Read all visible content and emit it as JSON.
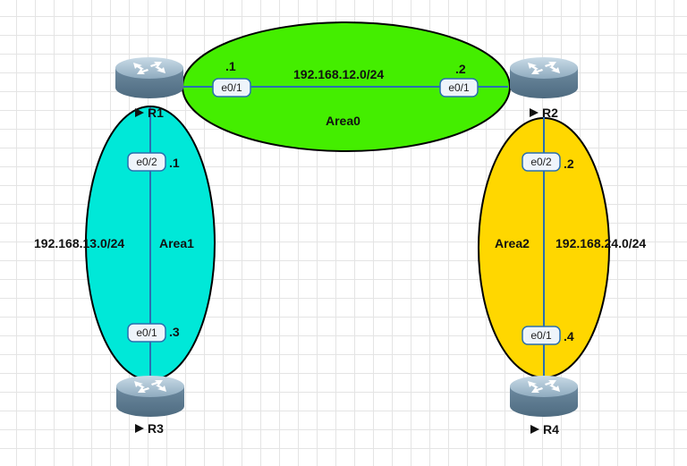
{
  "routers": [
    {
      "id": "R1",
      "label": "R1"
    },
    {
      "id": "R2",
      "label": "R2"
    },
    {
      "id": "R3",
      "label": "R3"
    },
    {
      "id": "R4",
      "label": "R4"
    }
  ],
  "areas": {
    "area0": {
      "label": "Area0",
      "subnet": "192.168.12.0/24",
      "color": "#44ee00"
    },
    "area1": {
      "label": "Area1",
      "subnet": "192.168.13.0/24",
      "color": "#00e8d8"
    },
    "area2": {
      "label": "Area2",
      "subnet": "192.168.24.0/24",
      "color": "#ffd700"
    }
  },
  "interfaces": {
    "r1_e01": {
      "name": "e0/1",
      "host": ".1"
    },
    "r2_e01": {
      "name": "e0/1",
      "host": ".2"
    },
    "r1_e02": {
      "name": "e0/2",
      "host": ".1"
    },
    "r3_e01": {
      "name": "e0/1",
      "host": ".3"
    },
    "r2_e02": {
      "name": "e0/2",
      "host": ".2"
    },
    "r4_e01": {
      "name": "e0/1",
      "host": ".4"
    }
  },
  "colors": {
    "link": "#2a6fb0",
    "router_body": "#5f7d94",
    "router_top": "#a9c2d4",
    "outline": "#000000"
  }
}
